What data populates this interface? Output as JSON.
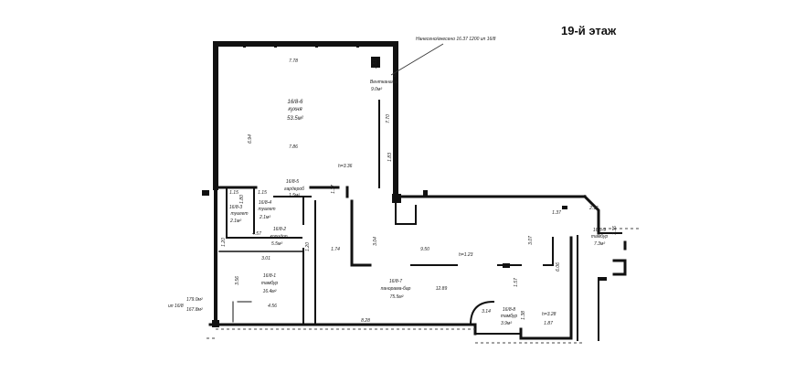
{
  "floor_label": "19-й этаж",
  "annotation": "Нанесено/внесено 16.37 1200 ип 16/8",
  "rooms": {
    "r6": {
      "id": "16/8-6",
      "name": "кухня",
      "area": "53.5м²"
    },
    "r1v": {
      "id": "1",
      "name": "Вентканалы",
      "area": "9.0м²"
    },
    "r5": {
      "id": "16/8-5",
      "name": "гардероб",
      "area": "1.5м²"
    },
    "r3": {
      "id": "16/8-3",
      "name": "туалет",
      "area": "2.1м²"
    },
    "r4": {
      "id": "16/8-4",
      "name": "туалет",
      "area": "2.1м²"
    },
    "r2": {
      "id": "16/8-2",
      "name": "коридор",
      "area": "5.5м²"
    },
    "r1": {
      "id": "16/8-1",
      "name": "тамбур",
      "area": "16.4м²"
    },
    "r7": {
      "id": "16/8-7",
      "name": "панорама-бар",
      "area": "75.5м²"
    },
    "r8": {
      "id": "16/8-8",
      "name": "тамбур",
      "area": "3.9м²"
    },
    "r9": {
      "id": "16/8-9",
      "name": "тамбур",
      "area": "7.3м²"
    }
  },
  "heights": {
    "h1": "h=3.36",
    "h2": "h=1.23",
    "h3": "h=3.28"
  },
  "area_totals": {
    "prefix": "ип 16/8",
    "a1": "179.0м²",
    "a2": "167.8м²"
  },
  "dimensions": {
    "d_top": "7.78",
    "d_251": "2.51",
    "d_770": "7.70",
    "d_694": "6.94",
    "d_786": "7.86",
    "d_183": "1.83",
    "d_115a": "1.15",
    "d_115b": "1.15",
    "d_180": "1.80",
    "d_117": "1.17",
    "d_457": "4.57",
    "d_120": "1.20",
    "d_120b": "1.20",
    "d_174": "1.74",
    "d_301": "3.01",
    "d_356": "3.56",
    "d_456": "4.56",
    "d_828": "8.28",
    "d_304": "3.04",
    "d_950": "9.50",
    "d_307": "3.07",
    "d_1289": "12.89",
    "d_157": "1.57",
    "d_606": "6.06",
    "d_137": "1.37",
    "d_215": "2.15",
    "d_335": "3.35",
    "d_314": "3.14",
    "d_138": "1.38",
    "d_187": "1.87"
  }
}
